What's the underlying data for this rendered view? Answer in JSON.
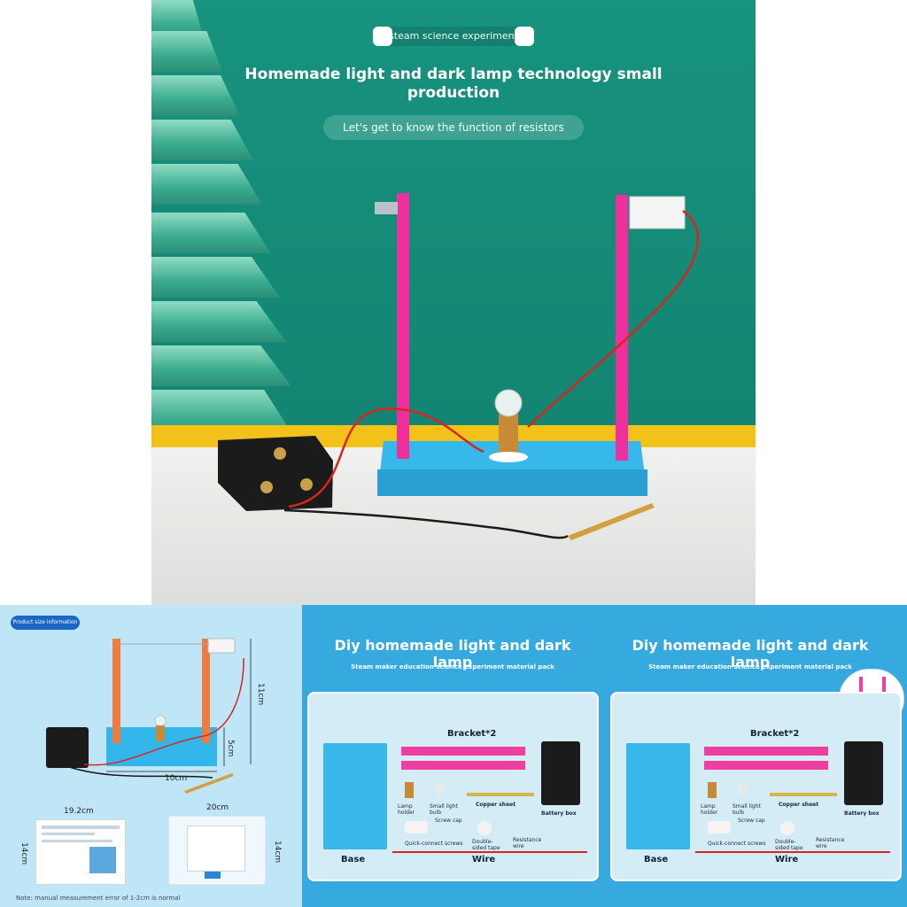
{
  "hero": {
    "badge_text": "steam science experiment",
    "title": "Homemade light and dark lamp technology small production",
    "pill_text": "Let's get to know the function of resistors"
  },
  "size_panel": {
    "badge": "Product size information",
    "height_label": "11cm",
    "base_height_label": "5cm",
    "base_width_label": "10cm",
    "manual_width_label": "19.2cm",
    "manual_height_label": "14cm",
    "bag_width_label": "20cm",
    "bag_height_label": "14cm",
    "note": "Note: manual measurement error of 1-2cm is normal"
  },
  "kit_panels": [
    {
      "title": "Diy homemade light and dark lamp",
      "subtitle": "Steam maker education science experiment material pack",
      "labels": {
        "bracket": "Bracket*2",
        "lamp_holder": "Lamp holder",
        "small_bulb": "Small light bulb",
        "copper_sheet": "Copper sheet",
        "battery_box": "Battery box",
        "screw_cap": "Screw cap",
        "quick_screws": "Quick-connect screws",
        "double_tape": "Double-sided tape",
        "resistance_wire": "Resistance wire",
        "base": "Base",
        "wire": "Wire"
      }
    },
    {
      "title": "Diy homemade light and dark lamp",
      "subtitle": "Steam maker education science experiment material pack",
      "labels": {
        "bracket": "Bracket*2",
        "lamp_holder": "Lamp holder",
        "small_bulb": "Small light bulb",
        "copper_sheet": "Copper sheet",
        "battery_box": "Battery box",
        "screw_cap": "Screw cap",
        "quick_screws": "Quick-connect screws",
        "double_tape": "Double-sided tape",
        "resistance_wire": "Resistance wire",
        "base": "Base",
        "wire": "Wire"
      }
    }
  ],
  "colors": {
    "wall": "#17937f",
    "bracket_pink": "#ef2f9b",
    "base_blue": "#2fb3e6",
    "panel_blue": "#36a9de",
    "size_bg": "#bfe6f7"
  }
}
